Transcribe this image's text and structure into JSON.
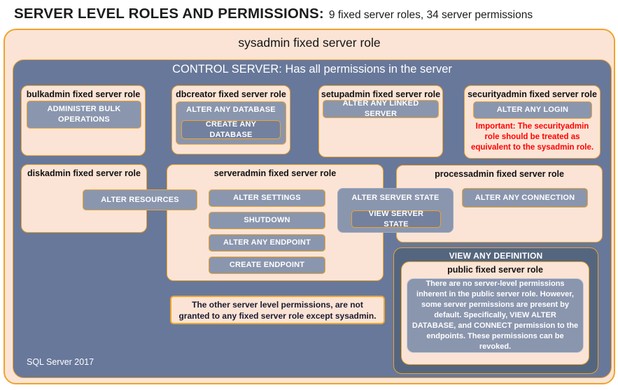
{
  "title": {
    "main": "SERVER LEVEL ROLES AND PERMISSIONS:",
    "sub": "9 fixed server roles, 34 server permissions"
  },
  "sysadmin_label": "sysadmin fixed server role",
  "control_server_label": "CONTROL SERVER: Has all permissions in the server",
  "footer": "SQL Server 2017",
  "roles": {
    "bulkadmin": {
      "label": "bulkadmin fixed server role",
      "permission": "ADMINISTER BULK OPERATIONS"
    },
    "dbcreator": {
      "label": "dbcreator fixed server role",
      "permission_outer": "ALTER ANY DATABASE",
      "permission_nested": "CREATE ANY DATABASE"
    },
    "setupadmin": {
      "label": "setupadmin fixed server role",
      "permission": "ALTER ANY LINKED SERVER"
    },
    "securityadmin": {
      "label": "securityadmin fixed server role",
      "permission": "ALTER ANY LOGIN",
      "warning": "Important: The securityadmin role should be treated as equivalent to the sysadmin role."
    },
    "diskadmin": {
      "label": "diskadmin fixed server role",
      "permission": "ALTER RESOURCES"
    },
    "serveradmin": {
      "label": "serveradmin fixed server role",
      "permissions": [
        "ALTER SETTINGS",
        "SHUTDOWN",
        "ALTER ANY ENDPOINT",
        "CREATE ENDPOINT"
      ]
    },
    "shared_state": {
      "outer": "ALTER SERVER STATE",
      "nested": "VIEW SERVER STATE"
    },
    "processadmin": {
      "label": "processadmin fixed server role",
      "permission": "ALTER ANY CONNECTION"
    },
    "public": {
      "outer": "VIEW ANY DEFINITION",
      "label": "public fixed server role",
      "description": "There are no server-level permissions inherent in the public server role. However, some server permissions are present by default. Specifically, VIEW ALTER DATABASE, and CONNECT permission to the endpoints. These permissions can be revoked."
    }
  },
  "note": "The other server level permissions, are not granted to any fixed server role except sysadmin.",
  "colors": {
    "gold_border": "#EFA32D",
    "peach_fill": "#FBE4D5",
    "control_blue": "#68789A",
    "definition_blue_dark": "#54667F",
    "permission_fill": "#8A96AE",
    "permission_fill_dark": "#73819E",
    "warning_red": "#FF0000"
  }
}
